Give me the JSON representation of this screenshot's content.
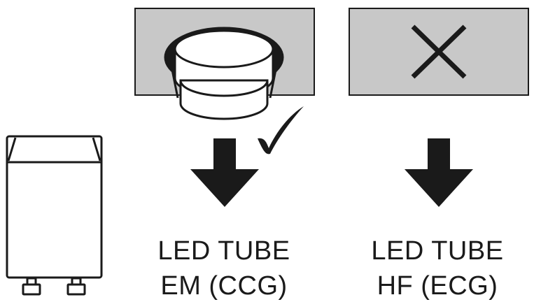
{
  "colors": {
    "ink": "#1a1a1a",
    "panel_fill": "#c8c8c8",
    "background": "#ffffff"
  },
  "icons": {
    "starter": "starter-icon",
    "check": "checkmark-icon",
    "cross": "cross-icon",
    "arrow": "arrow-down-icon"
  },
  "left_option": {
    "label_line1": "LED TUBE",
    "label_line2": "EM (CCG)",
    "status": "compatible"
  },
  "right_option": {
    "label_line1": "LED TUBE",
    "label_line2": "HF (ECG)",
    "status": "not-compatible"
  }
}
